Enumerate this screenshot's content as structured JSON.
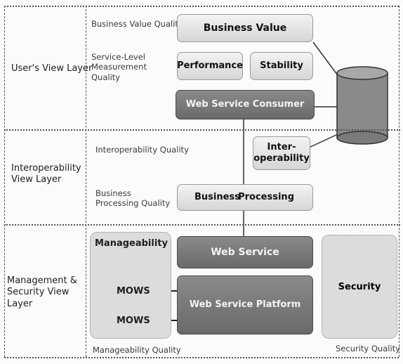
{
  "layers": {
    "users_view": "User's View Layer",
    "interoperability_view": "Interoperability View Layer",
    "management_security_view": "Management & Security View Layer"
  },
  "quality_labels": {
    "business_value": "Business Value Quality",
    "service_level": "Service-Level Measurement Quality",
    "interoperability": "Interoperability Quality",
    "business_processing": "Business Processing Quality",
    "manageability": "Manageability Quality",
    "security": "Security Quality"
  },
  "boxes": {
    "business_value": "Business Value",
    "performance": "Performance",
    "stability": "Stability",
    "web_service_consumer": "Web Service Consumer",
    "interoperability": "Inter-operability",
    "business_processing_left": "Business",
    "business_processing_right": "Processing",
    "web_service": "Web Service",
    "web_service_platform": "Web Service Platform",
    "manageability": "Manageability",
    "security": "Security",
    "mows_top": "MOWS",
    "mows_bottom": "MOWS"
  }
}
